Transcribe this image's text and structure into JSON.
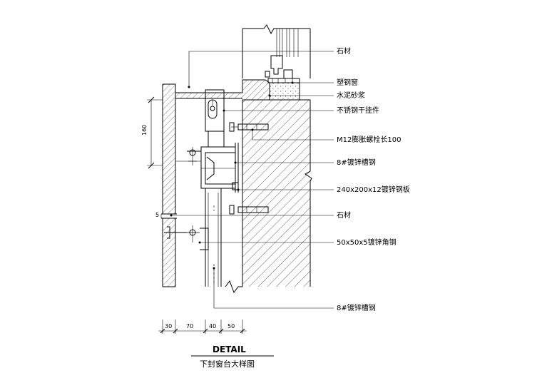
{
  "labels": {
    "stone_top": "石材",
    "pvc_window": "塑钢窗",
    "cement_mortar": "水泥砂浆",
    "ss_hanger": "不锈钢干挂件",
    "m12_bolt": "M12膨胀螺栓长100",
    "channel_steel_8": "8#镀锌槽钢",
    "steel_plate": "240x200x12镀锌钢板",
    "stone_mid": "石材",
    "angle_steel": "50x50x5镀锌角钢",
    "channel_steel_bottom": "8#镀锌槽钢"
  },
  "dimensions": {
    "height_160": "160",
    "gap_5": "5",
    "bottom": [
      "30",
      "70",
      "40",
      "50"
    ]
  },
  "title": {
    "main": "DETAIL",
    "sub": "下封窗台大样图"
  }
}
